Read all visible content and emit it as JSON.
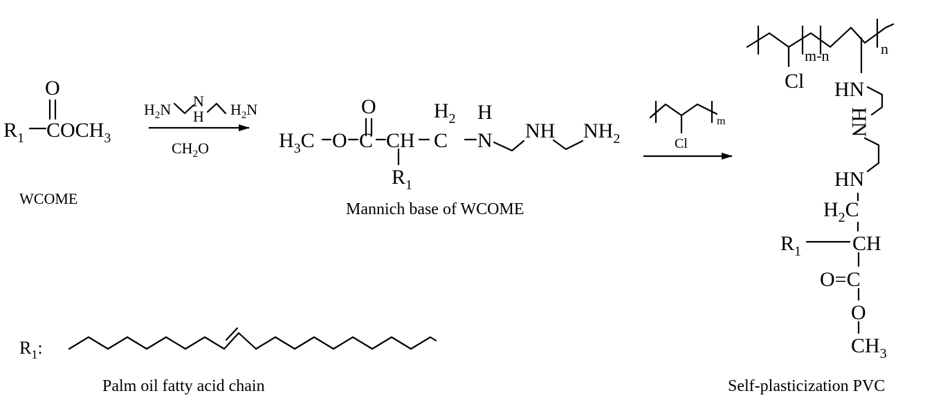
{
  "reactant": {
    "label": "WCOME",
    "carbonyl_o": "O",
    "r_group": "R",
    "r_sub": "1",
    "ester": "COCH",
    "ester_sub": "3"
  },
  "reagent1": {
    "amine_left": "H",
    "amine_left_sub": "2",
    "amine_left_n": "N",
    "mid_n": "N",
    "mid_h": "H",
    "amine_right": "H",
    "amine_right_sub": "2",
    "amine_right_n": "N",
    "below": "CH",
    "below_sub": "2",
    "below_tail": "O"
  },
  "intermediate": {
    "label": "Mannich base of  WCOME",
    "o_top": "O",
    "h3c": "H",
    "h3c_sub": "3",
    "h3c_tail": "C",
    "o_mid": "O",
    "c_mid": "C",
    "ch": "CH",
    "c_right": "C",
    "h2_top": "H",
    "h2_top_sub": "2",
    "h_top": "H",
    "n1": "N",
    "nh": "NH",
    "nh2": "NH",
    "nh2_sub": "2",
    "r": "R",
    "r_sub": "1"
  },
  "reagent2": {
    "cl": "Cl",
    "m": "m"
  },
  "product": {
    "label": "Self-plasticization PVC",
    "n": "n",
    "mn": "m-n",
    "cl": "Cl",
    "hn1": "HN",
    "hn2": "HN",
    "hn3": "HN",
    "h2c": "H",
    "h2c_sub": "2",
    "h2c_tail": "C",
    "ch": "CH",
    "r": "R",
    "r_sub": "1",
    "o_c": "O=C",
    "o": "O",
    "ch3": "CH",
    "ch3_sub": "3"
  },
  "r1_definition": {
    "r": "R",
    "r_sub": "1",
    "colon": ":",
    "caption": "Palm oil fatty acid chain"
  }
}
